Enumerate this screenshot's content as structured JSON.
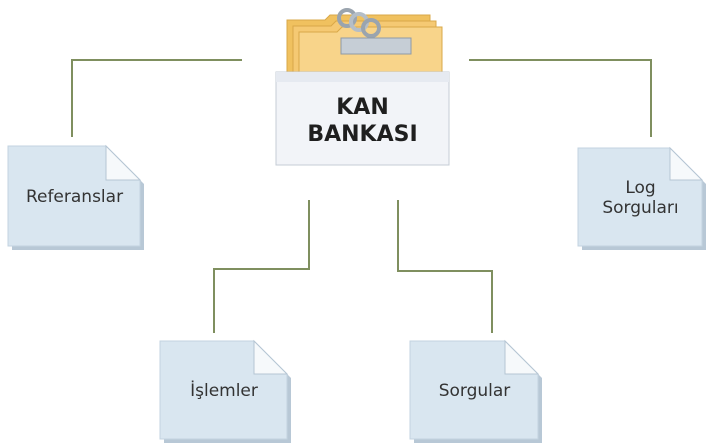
{
  "root": {
    "title": "KAN\nBANKASI",
    "icon": "folders-icon"
  },
  "nodes": [
    {
      "id": "referanslar",
      "label": "Referanslar",
      "icon": "document-icon"
    },
    {
      "id": "log-sorgulari",
      "label": "Log\nSorguları",
      "icon": "document-icon"
    },
    {
      "id": "islemler",
      "label": "İşlemler",
      "icon": "document-icon"
    },
    {
      "id": "sorgular",
      "label": "Sorgular",
      "icon": "document-icon"
    }
  ],
  "colors": {
    "connector": "#7f8f5f",
    "doc_fill": "#d9e6f0",
    "doc_shadow": "#b8c8d6",
    "folder_fill": "#f5c973",
    "root_box": "#f2f4f8"
  }
}
